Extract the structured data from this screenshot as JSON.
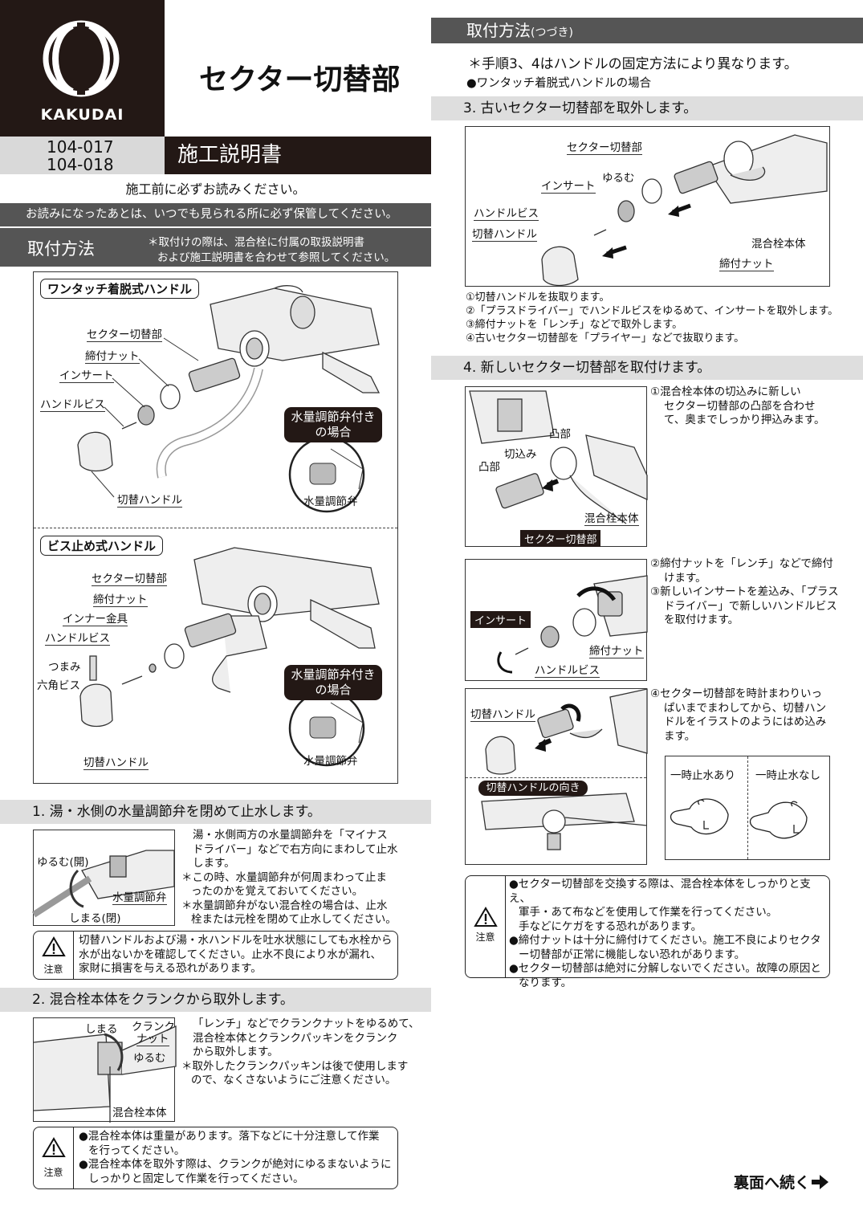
{
  "header": {
    "brand": "KAKUDAI",
    "title": "セクター切替部",
    "model_1": "104-017",
    "model_2": "104-018",
    "doc_type": "施工説明書",
    "read_before": "施工前に必ずお読みください。",
    "keep_notice": "お読みになったあとは、いつでも見られる所に必ず保管してください。"
  },
  "install": {
    "heading": "取付方法",
    "note_1": "＊取付けの際は、混合栓に付属の取扱説明書",
    "note_2": "および施工説明書を合わせて参照してください。"
  },
  "fig_one_touch": {
    "title": "ワンタッチ着脱式ハンドル",
    "labels": [
      "セクター切替部",
      "締付ナット",
      "インサート",
      "ハンドルビス",
      "切替ハンドル"
    ],
    "valve_case_1": "水量調節弁付き",
    "valve_case_2": "の場合",
    "valve_label": "水量調節弁"
  },
  "fig_screw": {
    "title": "ビス止め式ハンドル",
    "labels": [
      "セクター切替部",
      "締付ナット",
      "インナー金具",
      "ハンドルビス",
      "つまみ",
      "六角ビス",
      "切替ハンドル"
    ],
    "valve_case_1": "水量調節弁付き",
    "valve_case_2": "の場合",
    "valve_label": "水量調節弁"
  },
  "step1": {
    "heading": "1. 湯・水側の水量調節弁を閉めて止水します。",
    "fig_labels": [
      "ゆるむ(開)",
      "水量調節弁",
      "しまる(閉)"
    ],
    "text": [
      "湯・水側両方の水量調節弁を「マイナス",
      "ドライバー」などで右方向にまわして止水",
      "します。",
      "＊この時、水量調節弁が何周まわって止ま",
      "ったのかを覚えておいてください。",
      "＊水量調節弁がない混合栓の場合は、止水",
      "栓または元栓を閉めて止水してください。"
    ],
    "caution_label": "注意",
    "caution": [
      "切替ハンドルおよび湯・水ハンドルを吐水状態にしても水栓から",
      "水が出ないかを確認してください。止水不良により水が漏れ、",
      "家財に損害を与える恐れがあります。"
    ]
  },
  "step2": {
    "heading": "2. 混合栓本体をクランクから取外します。",
    "fig_labels": [
      "しまる",
      "クランク",
      "ナット",
      "ゆるむ",
      "混合栓本体"
    ],
    "text": [
      "「レンチ」などでクランクナットをゆるめて、",
      "混合栓本体とクランクパッキンをクランク",
      "から取外します。",
      "＊取外したクランクパッキンは後で使用します",
      "ので、なくさないようにご注意ください。"
    ],
    "caution_label": "注意",
    "caution": [
      "●混合栓本体は重量があります。落下などに十分注意して作業",
      "を行ってください。",
      "●混合栓本体を取外す際は、クランクが絶対にゆるまないように",
      "しっかりと固定して作業を行ってください。"
    ]
  },
  "right": {
    "heading": "取付方法",
    "heading_sub": "(つづき)",
    "note": "＊手順3、4はハンドルの固定方法により異なります。",
    "bullet": "●ワンタッチ着脱式ハンドルの場合"
  },
  "step3": {
    "heading": "3. 古いセクター切替部を取外します。",
    "fig_labels": [
      "セクター切替部",
      "ゆるむ",
      "インサート",
      "ハンドルビス",
      "切替ハンドル",
      "混合栓本体",
      "締付ナット"
    ],
    "text": [
      "①切替ハンドルを抜取ります。",
      "②「プラスドライバー」でハンドルビスをゆるめて、インサートを取外します。",
      "③締付ナットを「レンチ」などで取外します。",
      "④古いセクター切替部を「プライヤー」などで抜取ります。"
    ]
  },
  "step4": {
    "heading": "4. 新しいセクター切替部を取付けます。",
    "fig1_labels": [
      "凸部",
      "切込み",
      "凸部",
      "混合栓本体",
      "セクター切替部"
    ],
    "text1": [
      "①混合栓本体の切込みに新しい",
      "セクター切替部の凸部を合わせ",
      "て、奥までしっかり押込みます。"
    ],
    "fig2_labels": [
      "インサート",
      "締付ナット",
      "ハンドルビス"
    ],
    "text2": [
      "②締付ナットを「レンチ」などで締付",
      "けます。",
      "③新しいインサートを差込み、「プラス",
      "ドライバー」で新しいハンドルビス",
      "を取付けます。"
    ],
    "fig3_labels": [
      "切替ハンドル",
      "切替ハンドルの向き"
    ],
    "text3": [
      "④セクター切替部を時計まわりいっ",
      "ぱいまでまわしてから、切替ハン",
      "ドルをイラストのようにはめ込み",
      "ます。"
    ],
    "table_headers": [
      "一時止水あり",
      "一時止水なし"
    ]
  },
  "caution_right": {
    "label": "注意",
    "lines": [
      "●セクター切替部を交換する際は、混合栓本体をしっかりと支え、",
      "軍手・あて布などを使用して作業を行ってください。",
      "手などにケガをする恐れがあります。",
      "●締付ナットは十分に締付けてください。施工不良によりセクタ",
      "ー切替部が正常に機能しない恐れがあります。",
      "●セクター切替部は絶対に分解しないでください。故障の原因と",
      "なります。"
    ]
  },
  "footer": {
    "continue": "裏面へ続く"
  }
}
